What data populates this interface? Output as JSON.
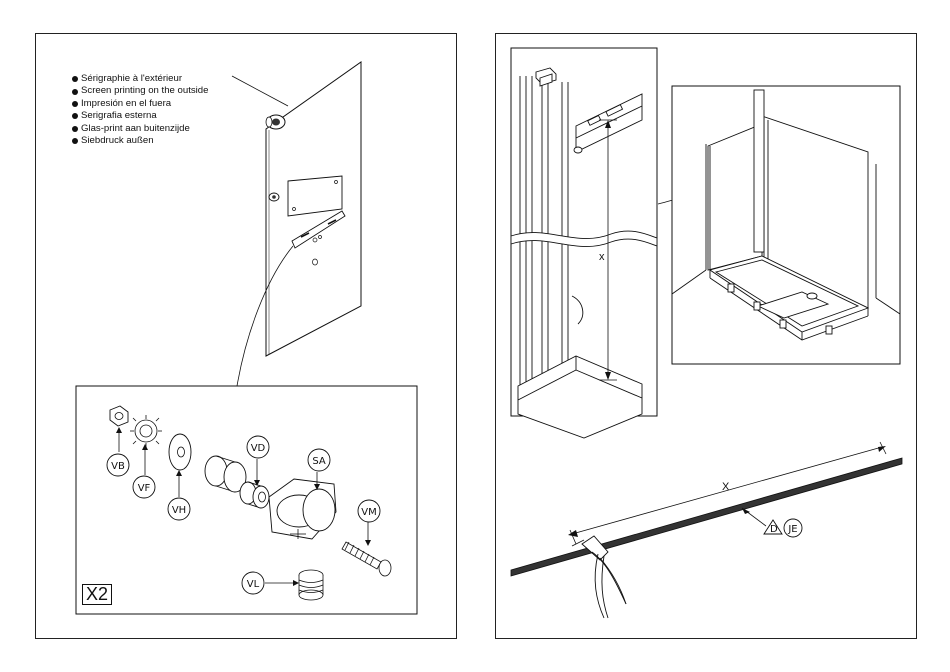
{
  "left_panel": {
    "screen_printing_legend": [
      "Sérigraphie à l'extérieur",
      "Screen printing on the outside",
      "Impresión en el fuera",
      "Serigrafia esterna",
      "Glas-print aan buitenzijde",
      "Siebdruck außen"
    ],
    "part_labels": {
      "vb": "VB",
      "vf": "VF",
      "vh": "VH",
      "vd": "VD",
      "sa": "SA",
      "vm": "VM",
      "vl": "VL"
    },
    "quantity": "X2"
  },
  "right_panel": {
    "height_dimension": "x",
    "length_dimension": "X",
    "cut_marker": "D",
    "seal_label": "JE"
  }
}
